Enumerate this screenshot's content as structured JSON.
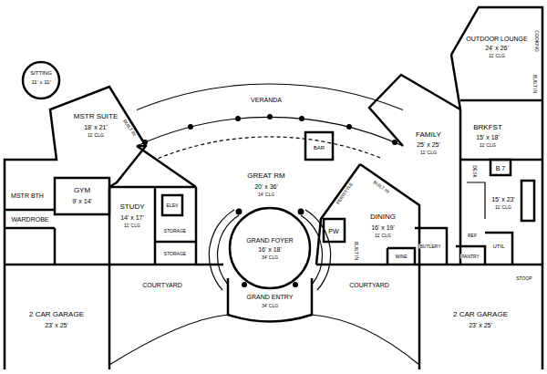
{
  "diagram": {
    "labels": [
      "SITTING",
      "11' x 11'",
      "MSTR SUITE",
      "18' x 21'",
      "11' CLG",
      "VERANDA",
      "BAR",
      "FAMILY",
      "25' x 25'",
      "11' CLG",
      "OUTDOOR LOUNGE",
      "24' x 26'",
      "11' CLG",
      "COOKING",
      "BUILT IN",
      "BRKFST",
      "15' x 18'",
      "11' CLG",
      "DESK",
      "B 7",
      "15' x 23'",
      "11' CLG",
      "REF",
      "PANTRY",
      "UTIL",
      "GREAT RM",
      "20' x 36'",
      "14' CLG",
      "MSTR BTH",
      "GYM",
      "9' x 14'",
      "WARDROBE",
      "STUDY",
      "14' x 17'",
      "11' CLG",
      "ELEV",
      "STORAGE",
      "STORAGE",
      "GRAND FOYER",
      "16' x 18'",
      "34' CLG",
      "PERISTYLE",
      "PW",
      "DINING",
      "16' x 19'",
      "11' CLG",
      "BUILT IN",
      "BUILT IN",
      "BUTLERY",
      "WINE",
      "BUILT IN",
      "GRAND ENTRY",
      "34' CLG",
      "COURTYARD",
      "COURTYARD",
      "2 CAR GARAGE",
      "23' x 25'",
      "2 CAR GARAGE",
      "23' x 25'",
      "STOOP"
    ]
  }
}
